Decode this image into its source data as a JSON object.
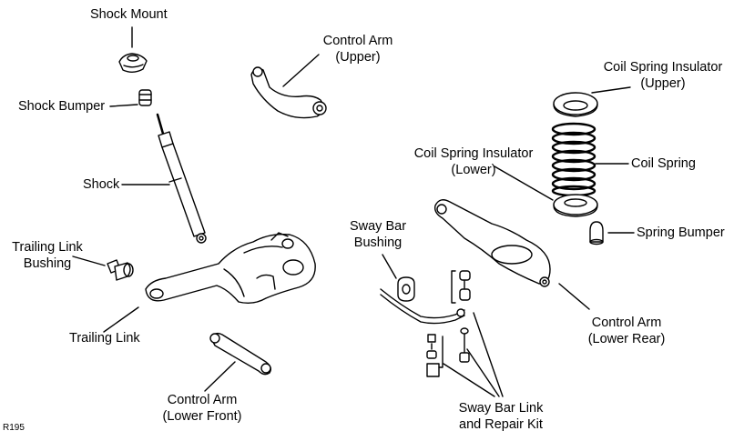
{
  "labels": {
    "shock_mount": "Shock Mount",
    "control_arm_upper_1": "Control Arm",
    "control_arm_upper_2": "(Upper)",
    "coil_spring_insulator_upper_1": "Coil Spring Insulator",
    "coil_spring_insulator_upper_2": "(Upper)",
    "shock_bumper": "Shock Bumper",
    "coil_spring_insulator_lower_1": "Coil Spring Insulator",
    "coil_spring_insulator_lower_2": "(Lower)",
    "coil_spring": "Coil Spring",
    "shock": "Shock",
    "sway_bar_bushing_1": "Sway Bar",
    "sway_bar_bushing_2": "Bushing",
    "spring_bumper": "Spring Bumper",
    "trailing_link_bushing_1": "Trailing Link",
    "trailing_link_bushing_2": "Bushing",
    "control_arm_lower_rear_1": "Control Arm",
    "control_arm_lower_rear_2": "(Lower Rear)",
    "trailing_link": "Trailing Link",
    "control_arm_lower_front_1": "Control Arm",
    "control_arm_lower_front_2": "(Lower Front)",
    "sway_bar_link_1": "Sway Bar Link",
    "sway_bar_link_2": "and Repair Kit"
  },
  "figure_ref": "R195"
}
